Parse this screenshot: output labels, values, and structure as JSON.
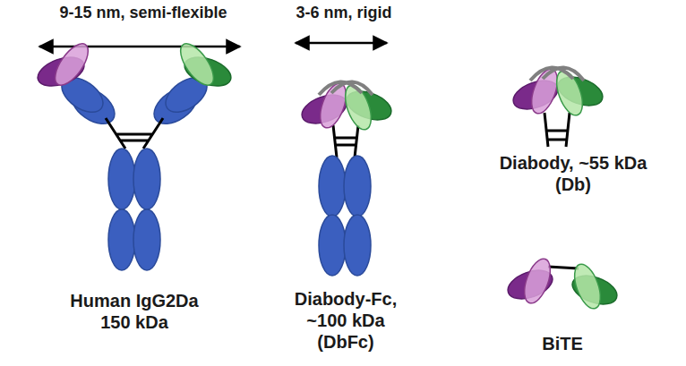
{
  "diagram": {
    "labels": [
      "9-15 nm, semi-flexible",
      "3-6 nm, rigid",
      "Human IgG2Da 150 kDa",
      "Diabody-Fc, ~100 kDa (DbFc)",
      "Diabody, ~55 kDa (Db)",
      "BiTE"
    ]
  }
}
